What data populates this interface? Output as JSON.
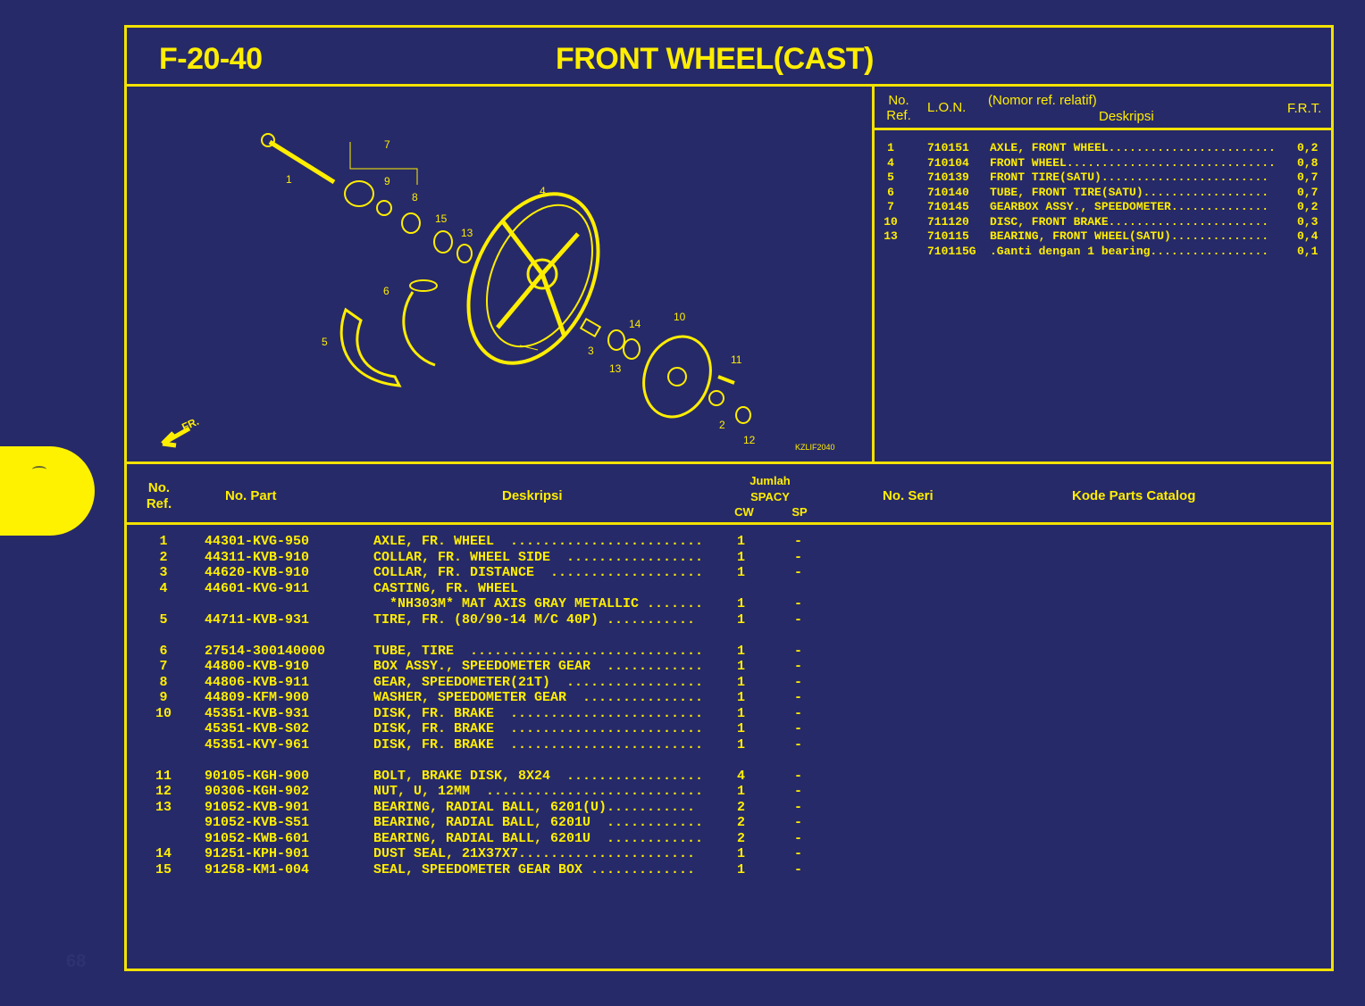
{
  "header": {
    "code": "F-20-40",
    "title": "FRONT WHEEL(CAST)"
  },
  "diagram": {
    "callouts": [
      "1",
      "7",
      "9",
      "8",
      "15",
      "13",
      "4",
      "6",
      "5",
      "3",
      "14",
      "13",
      "10",
      "11",
      "2",
      "12"
    ],
    "direction_label": "FR.",
    "figure_code": "KZLIF2040"
  },
  "frt_table": {
    "headers": {
      "no_ref": "No.\nRef.",
      "lon": "L.O.N.",
      "note": "(Nomor ref. relatif)",
      "desc": "Deskripsi",
      "frt": "F.R.T."
    },
    "rows": [
      {
        "ref": "1",
        "lon": "710151",
        "desc": "AXLE, FRONT WHEEL........................",
        "frt": "0,2"
      },
      {
        "ref": "4",
        "lon": "710104",
        "desc": "FRONT WHEEL..............................",
        "frt": "0,8"
      },
      {
        "ref": "5",
        "lon": "710139",
        "desc": "FRONT TIRE(SATU)........................",
        "frt": "0,7"
      },
      {
        "ref": "6",
        "lon": "710140",
        "desc": "TUBE, FRONT TIRE(SATU)..................",
        "frt": "0,7"
      },
      {
        "ref": "7",
        "lon": "710145",
        "desc": "GEARBOX ASSY., SPEEDOMETER..............",
        "frt": "0,2"
      },
      {
        "ref": "10",
        "lon": "711120",
        "desc": "DISC, FRONT BRAKE.......................",
        "frt": "0,3"
      },
      {
        "ref": "13",
        "lon": "710115",
        "desc": "BEARING, FRONT WHEEL(SATU)..............",
        "frt": "0,4"
      },
      {
        "ref": "",
        "lon": "710115G",
        "desc": ".Ganti dengan 1 bearing.................",
        "frt": "0,1"
      }
    ]
  },
  "parts_table": {
    "headers": {
      "no_ref": "No.\nRef.",
      "no_part": "No. Part",
      "desc": "Deskripsi",
      "jumlah": "Jumlah",
      "model": "SPACY",
      "cw": "CW",
      "sp": "SP",
      "no_seri": "No. Seri",
      "catalog": "Kode Parts Catalog"
    },
    "rows": [
      {
        "ref": "1",
        "part": "44301-KVG-950",
        "desc": "AXLE, FR. WHEEL  ........................",
        "cw": "1",
        "sp": "-"
      },
      {
        "ref": "2",
        "part": "44311-KVB-910",
        "desc": "COLLAR, FR. WHEEL SIDE  .................",
        "cw": "1",
        "sp": "-"
      },
      {
        "ref": "3",
        "part": "44620-KVB-910",
        "desc": "COLLAR, FR. DISTANCE  ...................",
        "cw": "1",
        "sp": "-"
      },
      {
        "ref": "4",
        "part": "44601-KVG-911",
        "desc": "CASTING, FR. WHEEL",
        "cw": "",
        "sp": ""
      },
      {
        "ref": "",
        "part": "",
        "desc": "  *NH303M* MAT AXIS GRAY METALLIC .......",
        "cw": "1",
        "sp": "-"
      },
      {
        "ref": "5",
        "part": "44711-KVB-931",
        "desc": "TIRE, FR. (80/90-14 M/C 40P) ...........",
        "cw": "1",
        "sp": "-"
      },
      {
        "ref": "",
        "part": "",
        "desc": "",
        "cw": "",
        "sp": ""
      },
      {
        "ref": "6",
        "part": "27514-300140000",
        "desc": "TUBE, TIRE  .............................",
        "cw": "1",
        "sp": "-"
      },
      {
        "ref": "7",
        "part": "44800-KVB-910",
        "desc": "BOX ASSY., SPEEDOMETER GEAR  ............",
        "cw": "1",
        "sp": "-"
      },
      {
        "ref": "8",
        "part": "44806-KVB-911",
        "desc": "GEAR, SPEEDOMETER(21T)  .................",
        "cw": "1",
        "sp": "-"
      },
      {
        "ref": "9",
        "part": "44809-KFM-900",
        "desc": "WASHER, SPEEDOMETER GEAR  ...............",
        "cw": "1",
        "sp": "-"
      },
      {
        "ref": "10",
        "part": "45351-KVB-931",
        "desc": "DISK, FR. BRAKE  ........................",
        "cw": "1",
        "sp": "-"
      },
      {
        "ref": "",
        "part": "45351-KVB-S02",
        "desc": "DISK, FR. BRAKE  ........................",
        "cw": "1",
        "sp": "-"
      },
      {
        "ref": "",
        "part": "45351-KVY-961",
        "desc": "DISK, FR. BRAKE  ........................",
        "cw": "1",
        "sp": "-"
      },
      {
        "ref": "",
        "part": "",
        "desc": "",
        "cw": "",
        "sp": ""
      },
      {
        "ref": "11",
        "part": "90105-KGH-900",
        "desc": "BOLT, BRAKE DISK, 8X24  .................",
        "cw": "4",
        "sp": "-"
      },
      {
        "ref": "12",
        "part": "90306-KGH-902",
        "desc": "NUT, U, 12MM  ...........................",
        "cw": "1",
        "sp": "-"
      },
      {
        "ref": "13",
        "part": "91052-KVB-901",
        "desc": "BEARING, RADIAL BALL, 6201(U)...........",
        "cw": "2",
        "sp": "-"
      },
      {
        "ref": "",
        "part": "91052-KVB-S51",
        "desc": "BEARING, RADIAL BALL, 6201U  ............",
        "cw": "2",
        "sp": "-"
      },
      {
        "ref": "",
        "part": "91052-KWB-601",
        "desc": "BEARING, RADIAL BALL, 6201U  ............",
        "cw": "2",
        "sp": "-"
      },
      {
        "ref": "14",
        "part": "91251-KPH-901",
        "desc": "DUST SEAL, 21X37X7......................",
        "cw": "1",
        "sp": "-"
      },
      {
        "ref": "15",
        "part": "91258-KM1-004",
        "desc": "SEAL, SPEEDOMETER GEAR BOX .............",
        "cw": "1",
        "sp": "-"
      }
    ]
  },
  "page_number": "68",
  "colors": {
    "background": "#272a68",
    "accent": "#ffee00"
  }
}
